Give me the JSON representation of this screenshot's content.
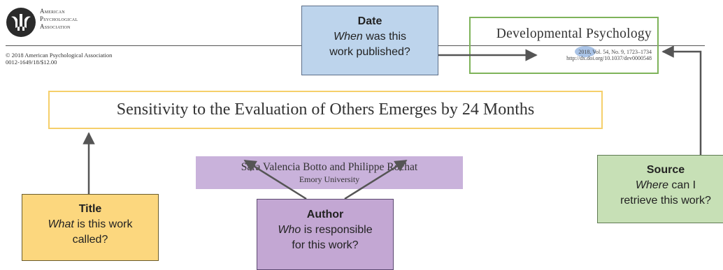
{
  "publisher": {
    "logo_lines": [
      "American",
      "Psychological",
      "Association"
    ],
    "copyright_line": "© 2018 American Psychological Association",
    "code_line": "0012-1649/18/$12.00"
  },
  "journal": {
    "name": "Developmental Psychology",
    "year": "2018,",
    "volume_pages": "Vol. 54, No. 9, 1723–1734",
    "doi": "http://dx.doi.org/10.1037/dev0000548"
  },
  "article": {
    "title": "Sensitivity to the Evaluation of Others Emerges by 24 Months",
    "authors": "Sara Valencia Botto and Philippe Rochat",
    "affiliation": "Emory University"
  },
  "callouts": {
    "date": {
      "heading": "Date",
      "q_em": "When",
      "q_rest": " was this",
      "q_line2": "work published?"
    },
    "title": {
      "heading": "Title",
      "q_em": "What",
      "q_rest": " is this work",
      "q_line2": "called?"
    },
    "author": {
      "heading": "Author",
      "q_em": "Who",
      "q_rest": " is responsible",
      "q_line2": "for this work?"
    },
    "source": {
      "heading": "Source",
      "q_em": "Where",
      "q_rest": " can I",
      "q_line2": "retrieve this work?"
    }
  },
  "colors": {
    "date": "#bdd4ec",
    "title": "#fcd77e",
    "author": "#c3a7d3",
    "source": "#c7e0b6",
    "arrow": "#555555"
  }
}
